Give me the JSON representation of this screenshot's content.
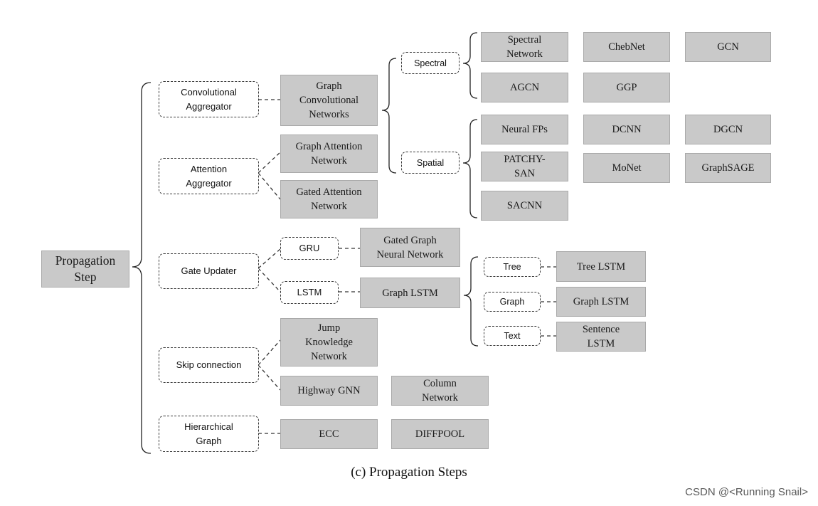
{
  "root": "Propagation\nStep",
  "aggregators": {
    "convolutional": "Convolutional\nAggregator",
    "attention": "Attention\nAggregator",
    "gate_updater": "Gate Updater",
    "skip_connection": "Skip connection",
    "hierarchical": "Hierarchical\nGraph"
  },
  "conv": {
    "gcn_family": "Graph\nConvolutional\nNetworks",
    "spectral_label": "Spectral",
    "spatial_label": "Spatial",
    "spectral_models": [
      "Spectral\nNetwork",
      "ChebNet",
      "GCN",
      "AGCN",
      "GGP"
    ],
    "spatial_models": [
      "Neural FPs",
      "DCNN",
      "DGCN",
      "PATCHY-\nSAN",
      "MoNet",
      "GraphSAGE",
      "SACNN"
    ]
  },
  "attention": {
    "gat": "Graph Attention\nNetwork",
    "gaan": "Gated Attention\nNetwork"
  },
  "gate": {
    "gru_label": "GRU",
    "lstm_label": "LSTM",
    "ggnn": "Gated Graph\nNeural Network",
    "graph_lstm": "Graph LSTM",
    "variants": [
      {
        "label": "Tree",
        "model": "Tree LSTM"
      },
      {
        "label": "Graph",
        "model": "Graph LSTM"
      },
      {
        "label": "Text",
        "model": "Sentence\nLSTM"
      }
    ]
  },
  "skip": {
    "jkn": "Jump\nKnowledge\nNetwork",
    "highway": "Highway GNN",
    "column": "Column\nNetwork"
  },
  "hier": {
    "ecc": "ECC",
    "diffpool": "DIFFPOOL"
  },
  "caption": "(c) Propagation Steps",
  "watermark": "CSDN @<Running Snail>"
}
